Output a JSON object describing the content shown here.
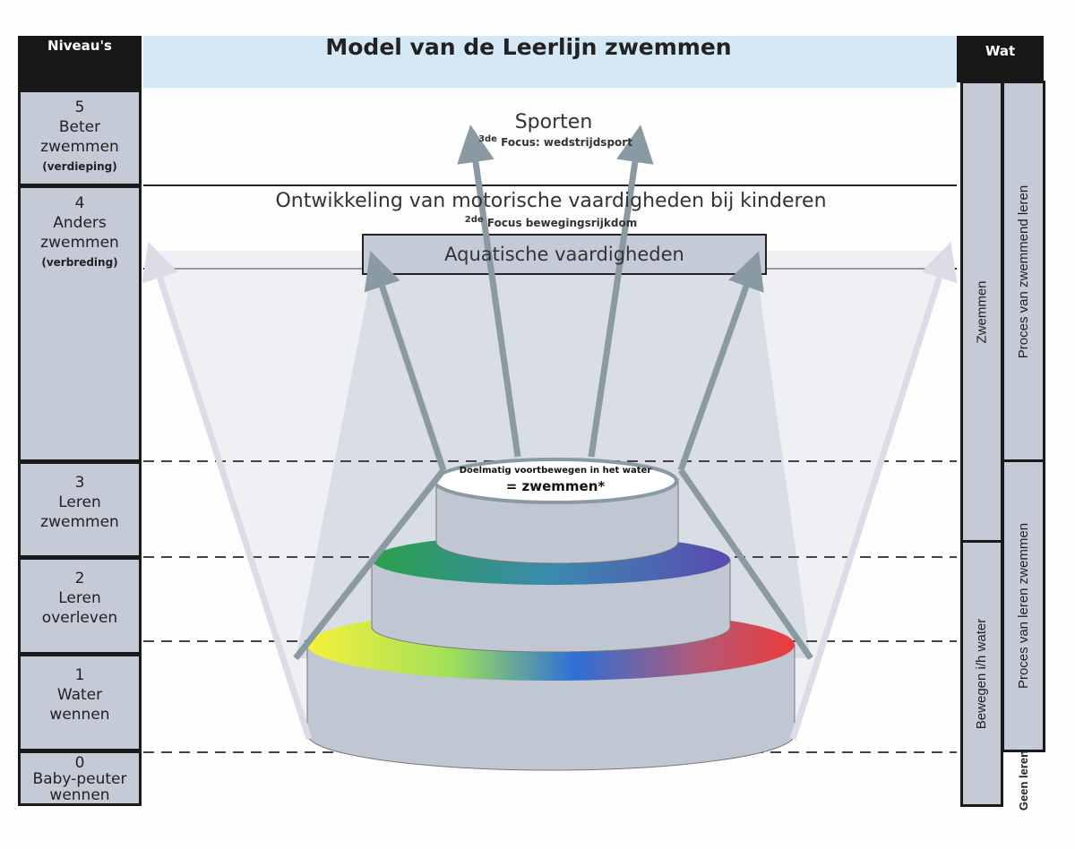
{
  "title": "Model van de Leerlijn zwemmen",
  "left_header": "Niveau's",
  "levels": [
    {
      "num": "5",
      "name": "Beter",
      "name2": "zwemmen",
      "sub": "(verdieping)"
    },
    {
      "num": "4",
      "name": "Anders",
      "name2": "zwemmen",
      "sub": "(verbreding)"
    },
    {
      "num": "3",
      "name": "Leren",
      "name2": "zwemmen"
    },
    {
      "num": "2",
      "name": "Leren",
      "name2": "overleven"
    },
    {
      "num": "1",
      "name": "Water",
      "name2": "wennen"
    },
    {
      "num": "0",
      "name": "Baby-peuter",
      "name2": "wennen"
    }
  ],
  "right_header": "Wat",
  "right_col1": [
    "Zwemmen",
    "Bewegen i/h water"
  ],
  "right_col2": [
    "Proces van zwemmend leren",
    "Proces van leren zwemmen",
    "Geen leren"
  ],
  "sporten": {
    "title": "Sporten",
    "sup": "3de",
    "focus": " Focus: wedstrijdsport"
  },
  "ontwikkeling": {
    "title": "Ontwikkeling van motorische vaardigheden bij kinderen",
    "sup": "2de",
    "focus": " Focus bewegingsrijkdom"
  },
  "aquatisch": "Aquatische vaardigheden",
  "cake_top": {
    "line1": "Doelmatig voortbewegen in het water",
    "line2": "= zwemmen*"
  },
  "colors": {
    "cell": "#c5cbd6",
    "banner": "#d4e8f5",
    "arrow": "#8a9aa2"
  }
}
